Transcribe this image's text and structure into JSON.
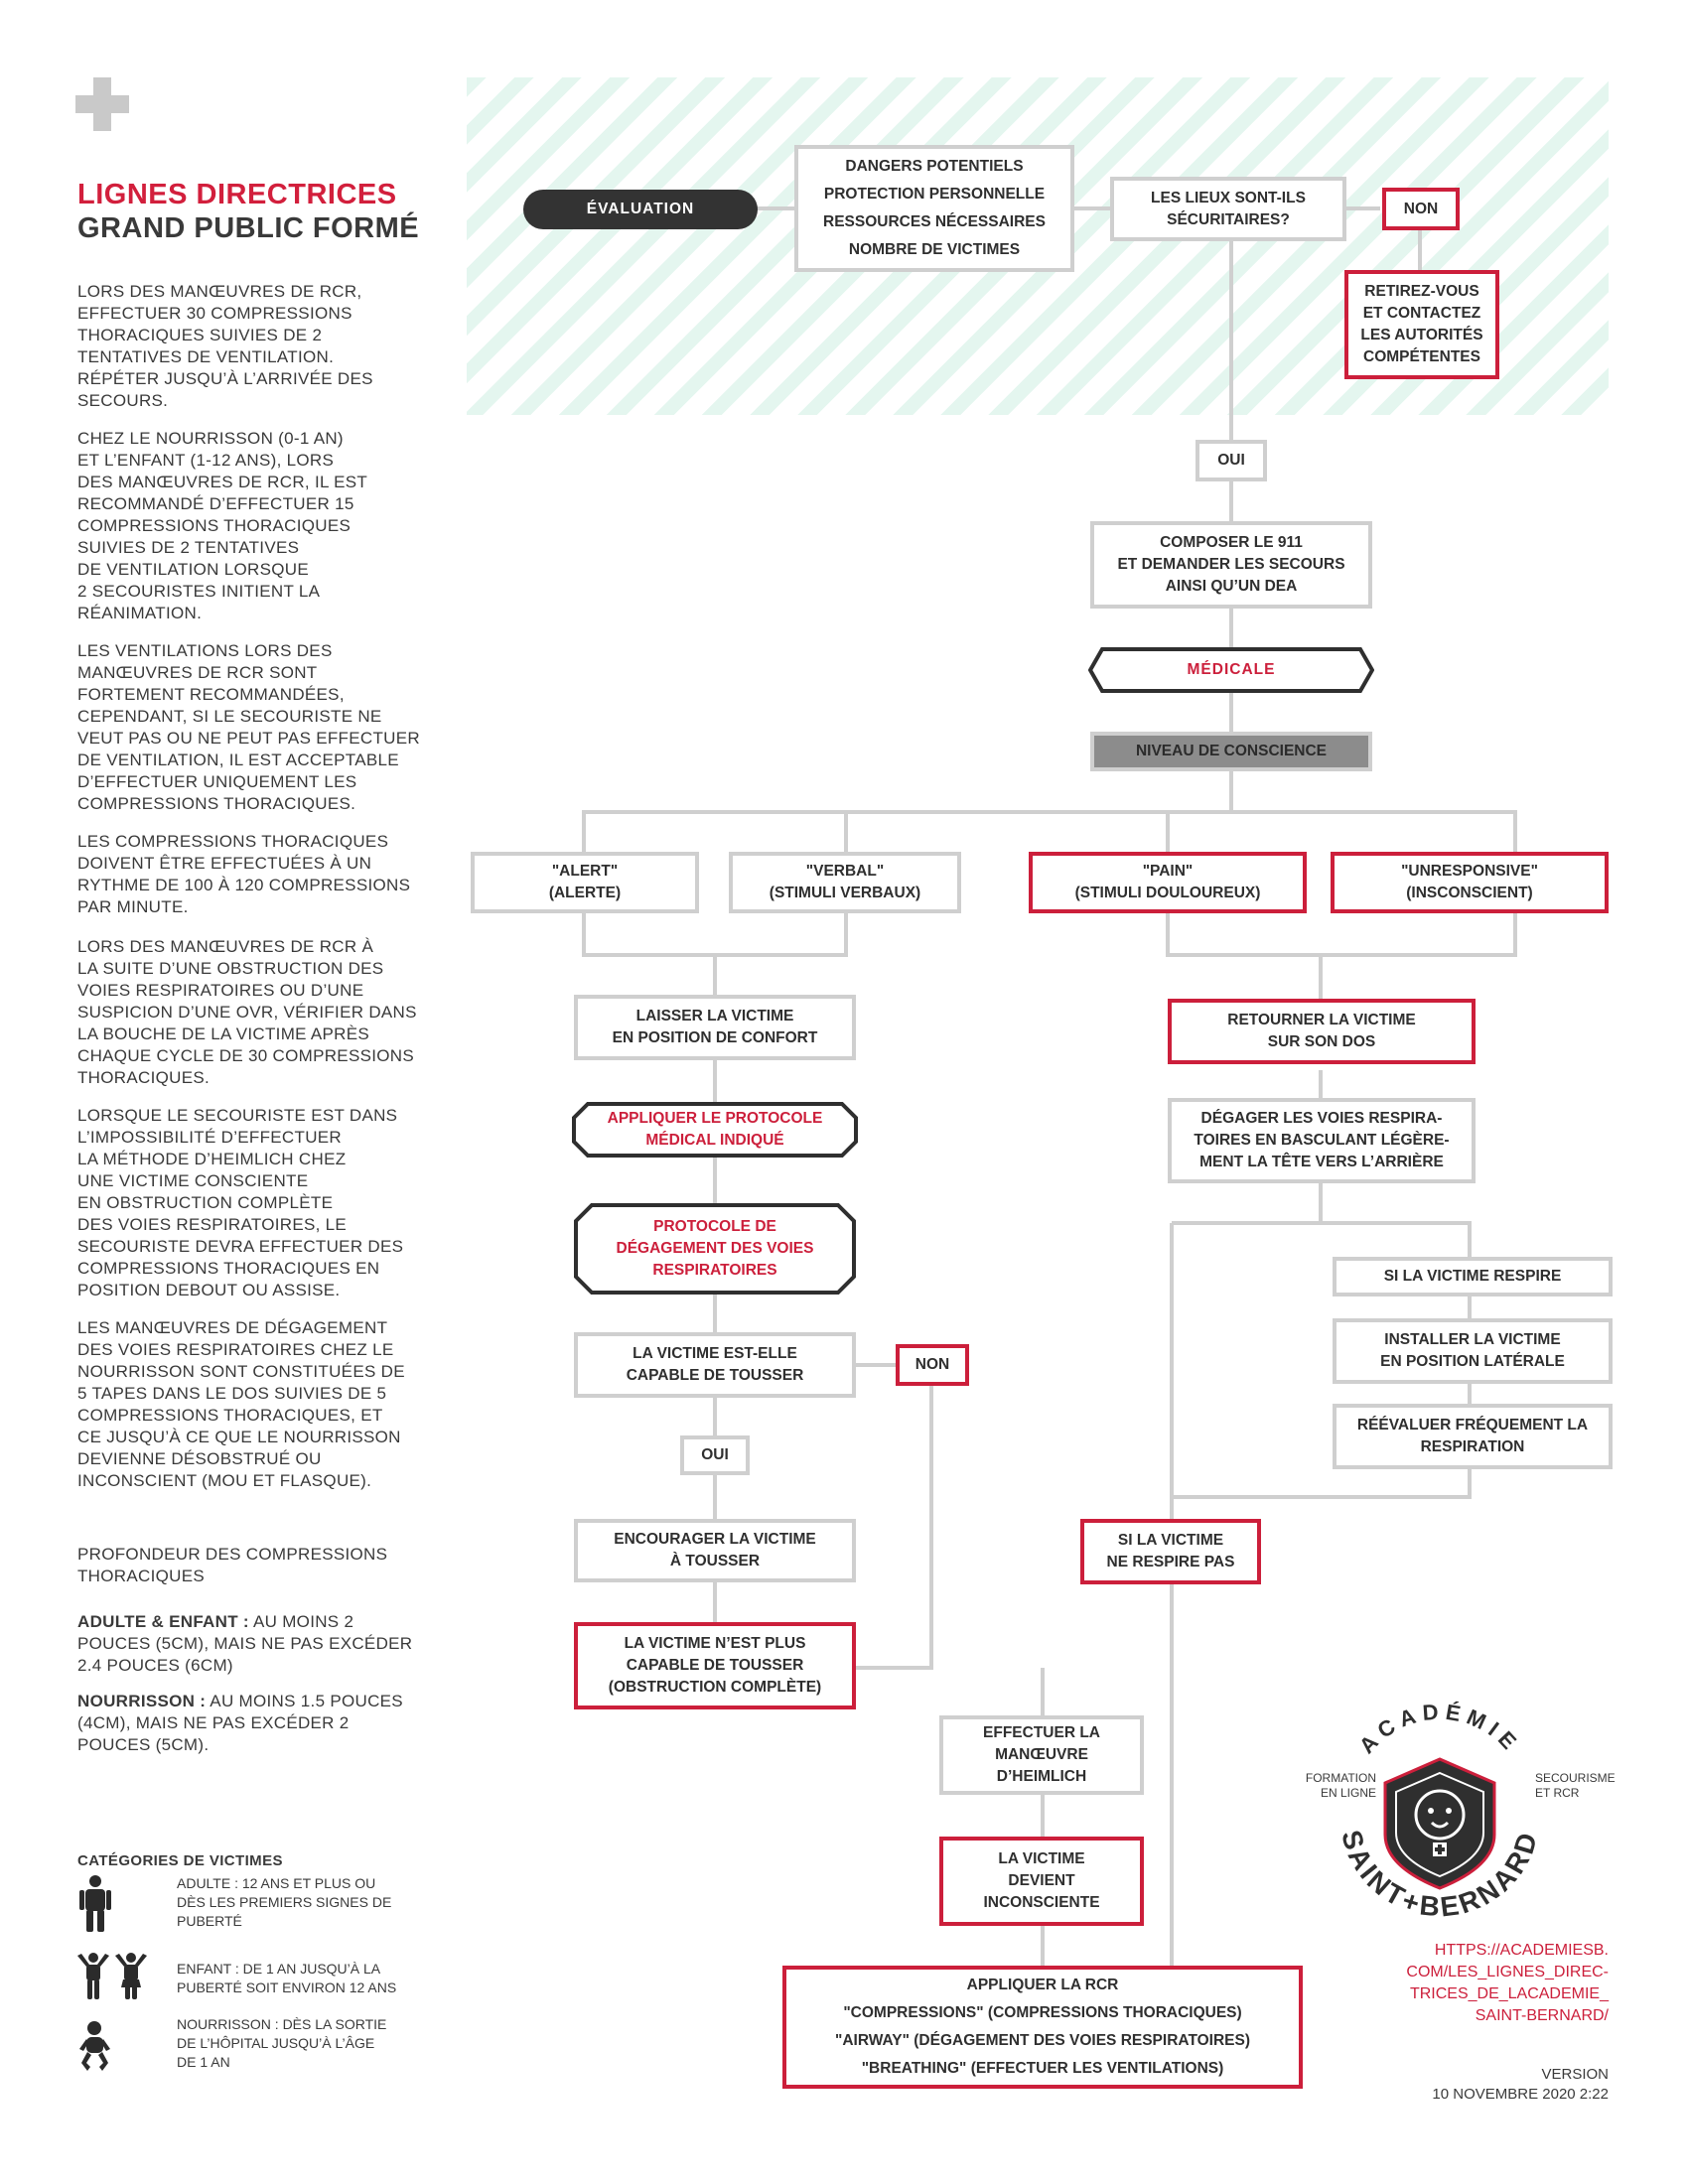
{
  "title": {
    "line1": "LIGNES DIRECTRICES",
    "line2": "GRAND PUBLIC FORMÉ"
  },
  "sidebar": {
    "paragraphs": [
      "Lors des manœuvres de RCR,\neffectuer 30 compressions\nthoraciques suivies de 2\ntentatives de ventilation.\nRépéter jusqu’à l’arrivée des\nsecours.",
      "Chez le nourrisson (0-1 an)\net l’enfant (1-12 ans), lors\ndes manœuvres de RCR, il est\nrecommandé d’effectuer 15\ncompressions thoraciques\nsuivies de 2 tentatives\nde ventilation lorsque\n2 secouristes initient la\nréanimation.",
      "Les ventilations lors des\nmanœuvres de RCR sont\nfortement recommandées,\ncependant, si le secouriste ne\nveut pas ou ne peut pas effectuer\nde ventilation, il est acceptable\nd’effectuer uniquement les\ncompressions thoraciques.",
      "Les compressions thoraciques\ndoivent être effectuées à un\nrythme de 100 à 120 compressions\npar minute.",
      "Lors des manœuvres de RCR à\nla suite d’une obstruction des\nvoies respiratoires ou d’une\nsuspicion d’une OVR, vérifier dans\nla bouche de la victime après\nchaque cycle de 30 compressions\nthoraciques.",
      "Lorsque le secouriste est dans\nl’impossibilité d’effectuer\nla méthode d’Heimlich chez\nune victime consciente\nen obstruction complète\ndes voies respiratoires, le\nsecouriste devra effectuer des\ncompressions thoraciques en\nposition debout ou assise.",
      "Les manœuvres de dégagement\ndes voies respiratoires chez le\nnourrisson sont constituées de\n5 tapes dans le dos suivies de 5\ncompressions thoraciques, et\nce jusqu’à ce que le nourrisson\ndevienne désobstrué ou\ninconscient (mou et flasque)."
    ],
    "depth_title": "Profondeur des compressions\nthoraciques",
    "depth_adult_label": "ADULTE & ENFANT :",
    "depth_adult_text": " au moins 2\npouces (5cm), mais ne pas excéder\n2.4 pouces (6cm)",
    "depth_infant_label": "NOURRISSON :",
    "depth_infant_text": " au moins 1.5 pouces\n(4cm), mais ne pas excéder 2\npouces (5cm).",
    "categories_title": "CATÉGORIES DE VICTIMES",
    "categories": [
      {
        "icon": "adult-icon",
        "text": "Adulte : 12 ans et plus ou\ndès les premiers signes de\npuberté"
      },
      {
        "icon": "child-icon",
        "text": "Enfant : de 1 an jusqu’à la\npuberté soit environ 12 ans"
      },
      {
        "icon": "infant-icon",
        "text": "Nourrisson : dès la sortie\nde l’hôpital jusqu’à l’âge\nde 1 an"
      }
    ]
  },
  "flow": {
    "evaluation": "ÉVALUATION",
    "dangers": "DANGERS POTENTIELS\nPROTECTION PERSONNELLE\nRESSOURCES NÉCESSAIRES\nNOMBRE DE VICTIMES",
    "secure_question": "LES LIEUX SONT-ILS\nSÉCURITAIRES?",
    "non_top": "NON",
    "retirez": "RETIREZ-VOUS\nET CONTACTEZ\nLES AUTORITÉS\nCOMPÉTENTES",
    "oui_top": "OUI",
    "call_911": "COMPOSER LE 911\nET DEMANDER LES SECOURS\nAINSI QU’UN DEA",
    "medicale": "MÉDICALE",
    "conscience": "NIVEAU DE CONSCIENCE",
    "alert": "\"ALERT\"\n(ALERTE)",
    "verbal": "\"VERBAL\"\n(STIMULI VERBAUX)",
    "pain": "\"PAIN\"\n(STIMULI DOULOUREUX)",
    "unresponsive": "\"UNRESPONSIVE\"\n(INSCONSCIENT)",
    "laisser": "LAISSER LA VICTIME\nEN POSITION DE CONFORT",
    "protocole_medical": "APPLIQUER LE PROTOCOLE\nMÉDICAL INDIQUÉ",
    "protocole_degagement": "PROTOCOLE DE\nDÉGAGEMENT DES VOIES\nRESPIRATOIRES",
    "tousser_question": "LA VICTIME EST-ELLE\nCAPABLE DE TOUSSER",
    "non_mid": "NON",
    "oui_mid": "OUI",
    "encourager": "ENCOURAGER LA VICTIME\nÀ TOUSSER",
    "plus_tousser": "LA VICTIME N’EST PLUS\nCAPABLE DE TOUSSER\n(OBSTRUCTION COMPLÈTE)",
    "heimlich": "EFFECTUER LA\nMANŒUVRE\nD’HEIMLICH",
    "inconsciente": "LA VICTIME\nDEVIENT\nINCONSCIENTE",
    "retourner": "RETOURNER LA VICTIME\nSUR SON DOS",
    "degager": "DÉGAGER LES VOIES RESPIRA-\nTOIRES EN BASCULANT LÉGÈRE-\nMENT LA TÊTE VERS L’ARRIÈRE",
    "respire": "SI LA VICTIME RESPIRE",
    "installer": "INSTALLER LA VICTIME\nEN POSITION LATÉRALE",
    "reevaluer": "RÉÉVALUER FRÉQUEMENT LA\nRESPIRATION",
    "ne_respire_pas": "SI LA VICTIME\nNE RESPIRE PAS",
    "rcr": "APPLIQUER LA RCR\n\"COMPRESSIONS\" (COMPRESSIONS THORACIQUES)\n\"AIRWAY\" (DÉGAGEMENT DES VOIES RESPIRATOIRES)\n\"BREATHING\" (EFFECTUER LES VENTILATIONS)"
  },
  "logo": {
    "top": "ACADÉMIE",
    "bottom": "SAINT+BERNARD",
    "left": "FORMATION\nEN LIGNE",
    "right": "SECOURISME\nET RCR"
  },
  "url": "https://academiesb.\ncom/les_lignes_direc-\ntrices_de_lacademie_\nsaint-bernard/",
  "version": "VERSION\n10 NOVEMBRE 2020 2:22",
  "colors": {
    "accent": "#cc1f3b",
    "text": "#3a3a3a",
    "border": "#cfcfcf",
    "hatch": "#e4f6ef"
  }
}
